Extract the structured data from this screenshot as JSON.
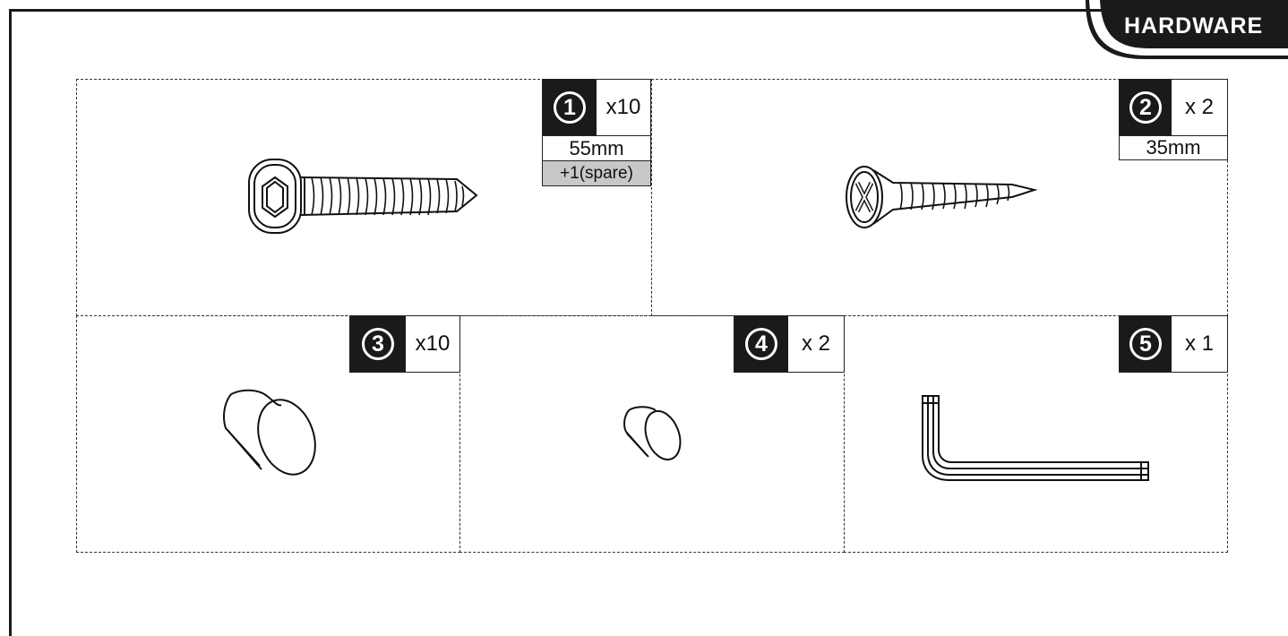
{
  "header": {
    "section_label": "HARDWARE"
  },
  "items": [
    {
      "number": "1",
      "quantity": "x10",
      "size": "55mm",
      "note": "+1(spare)",
      "icon": "hex-socket-bolt-icon"
    },
    {
      "number": "2",
      "quantity": "x 2",
      "size": "35mm",
      "icon": "phillips-wood-screw-icon"
    },
    {
      "number": "3",
      "quantity": "x10",
      "icon": "large-conical-foot-cap-icon"
    },
    {
      "number": "4",
      "quantity": "x 2",
      "icon": "small-conical-foot-cap-icon"
    },
    {
      "number": "5",
      "quantity": "x 1",
      "icon": "allen-key-icon"
    }
  ],
  "colors": {
    "ink": "#1a1a1a",
    "spare_fill": "#c8c8c8",
    "paper": "#ffffff"
  }
}
